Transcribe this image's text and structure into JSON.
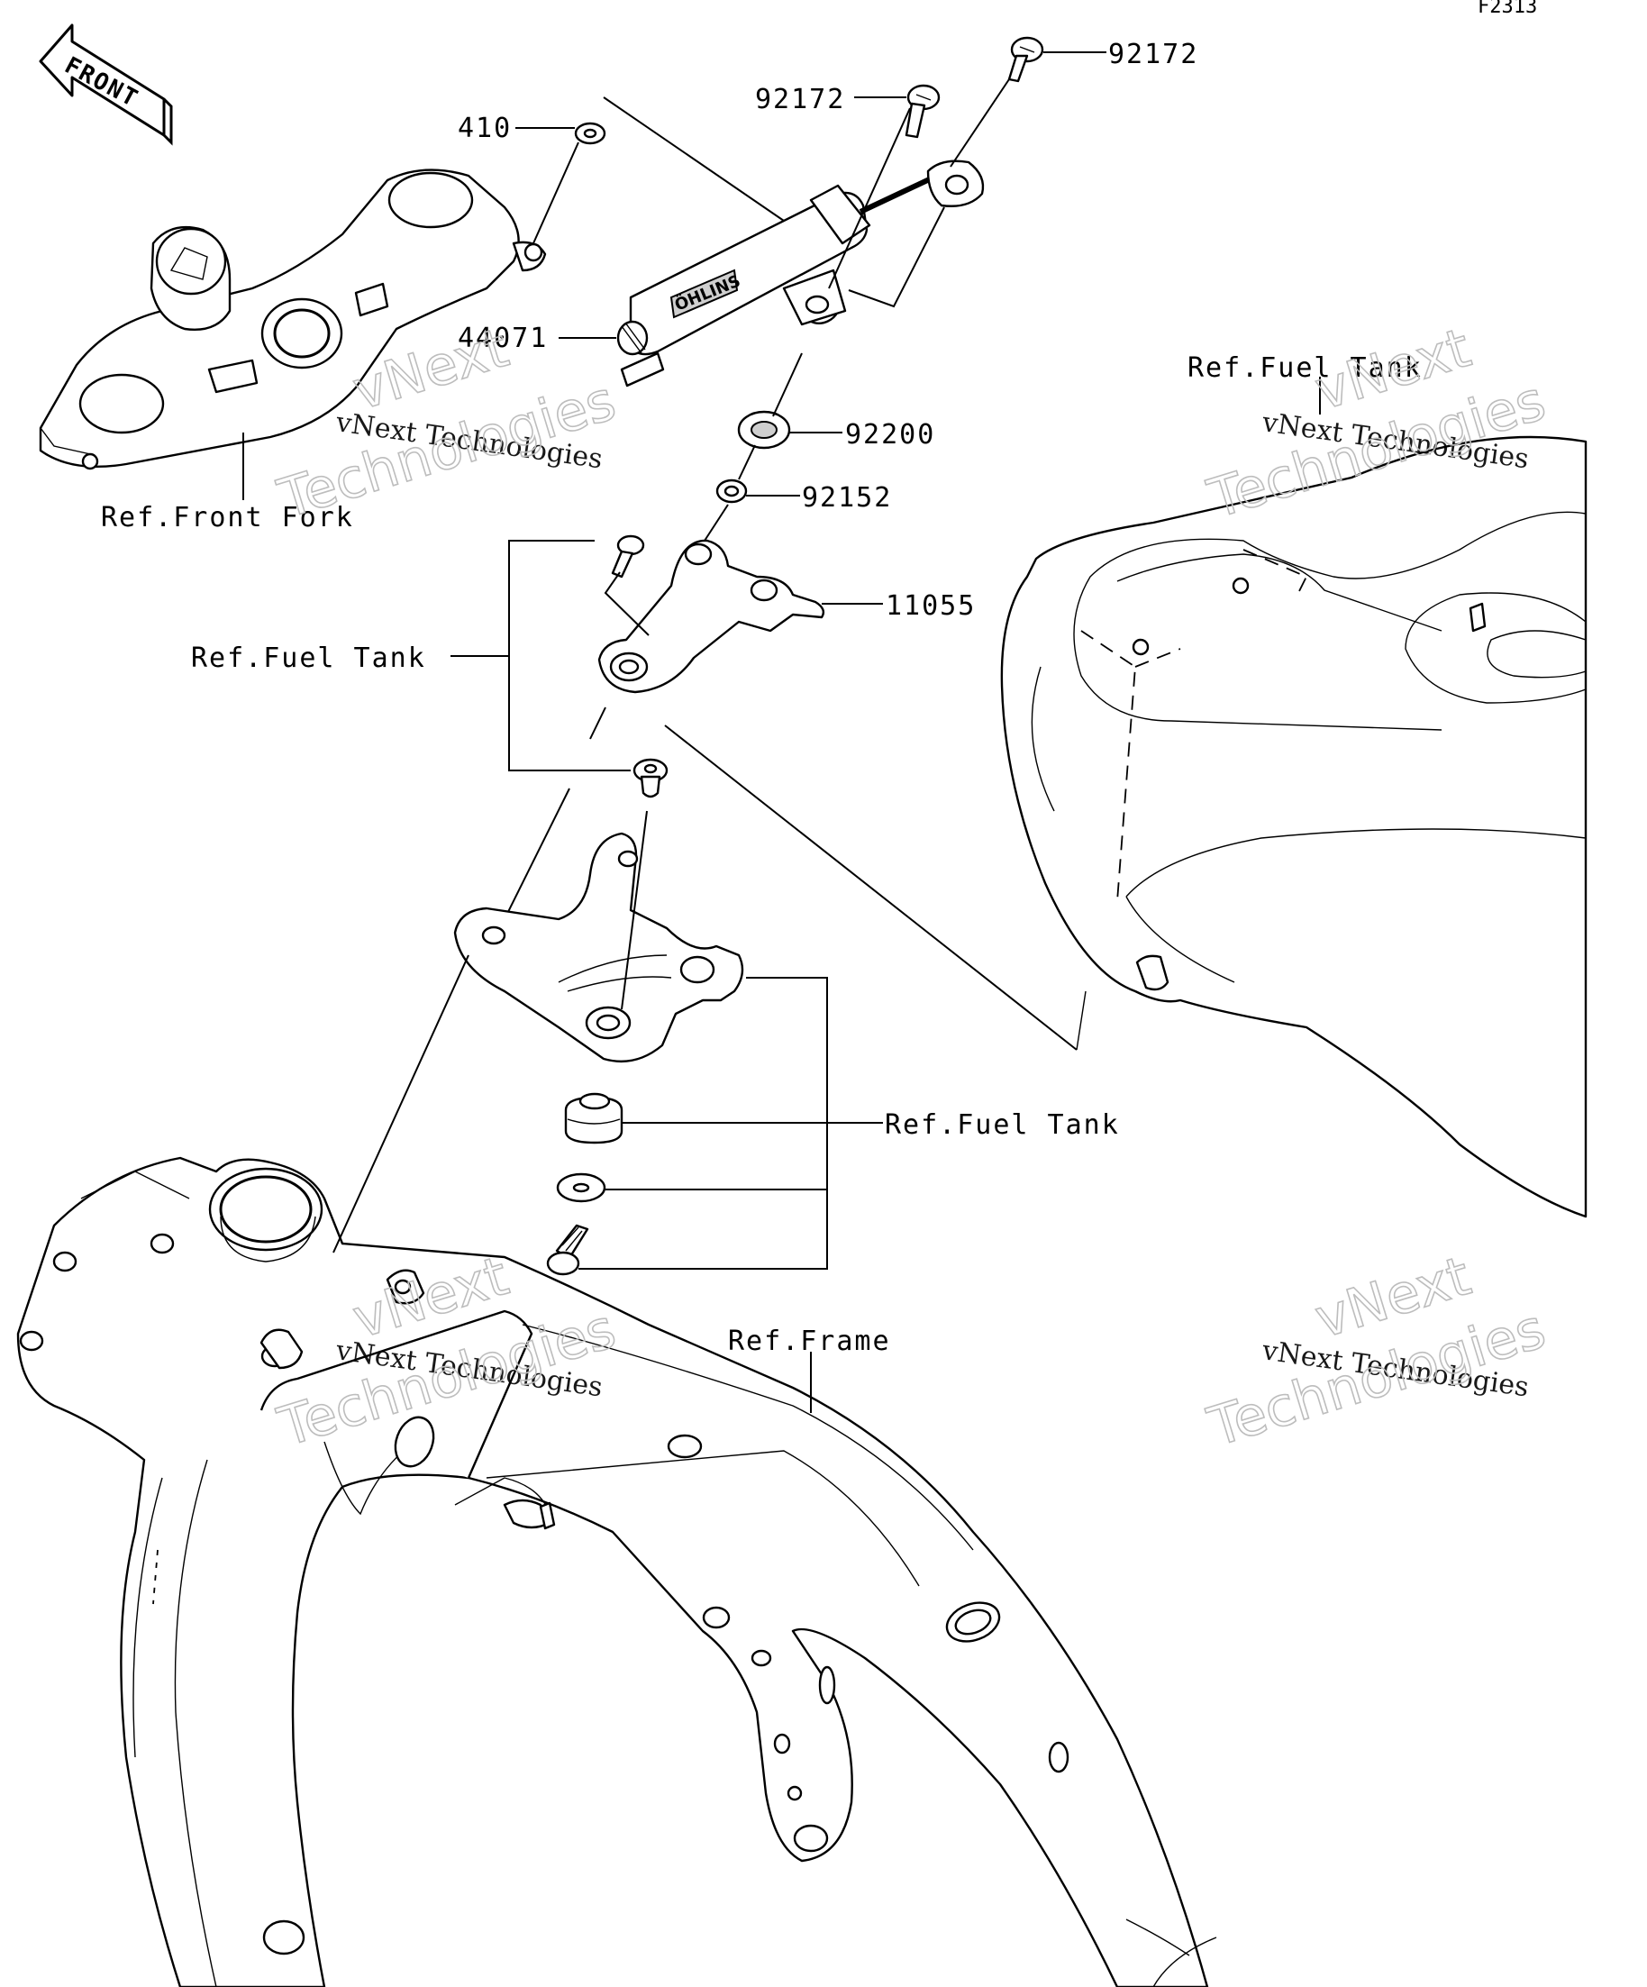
{
  "figure_id": "F2313",
  "front_marker": "FRONT",
  "labels": {
    "p92172_top": "92172",
    "p92172_mid": "92172",
    "p410": "410",
    "p44071": "44071",
    "p92200": "92200",
    "p92152": "92152",
    "p11055": "11055",
    "ref_front_fork": "Ref.Front Fork",
    "ref_fuel_tank_right": "Ref.Fuel Tank",
    "ref_fuel_tank_left": "Ref.Fuel Tank",
    "ref_fuel_tank_mid": "Ref.Fuel Tank",
    "ref_frame": "Ref.Frame"
  },
  "damper_brand": "ÖHLINS",
  "watermark": {
    "line1": "vNext Technologies",
    "line2a": "vNext",
    "line2b": "Technologies"
  }
}
